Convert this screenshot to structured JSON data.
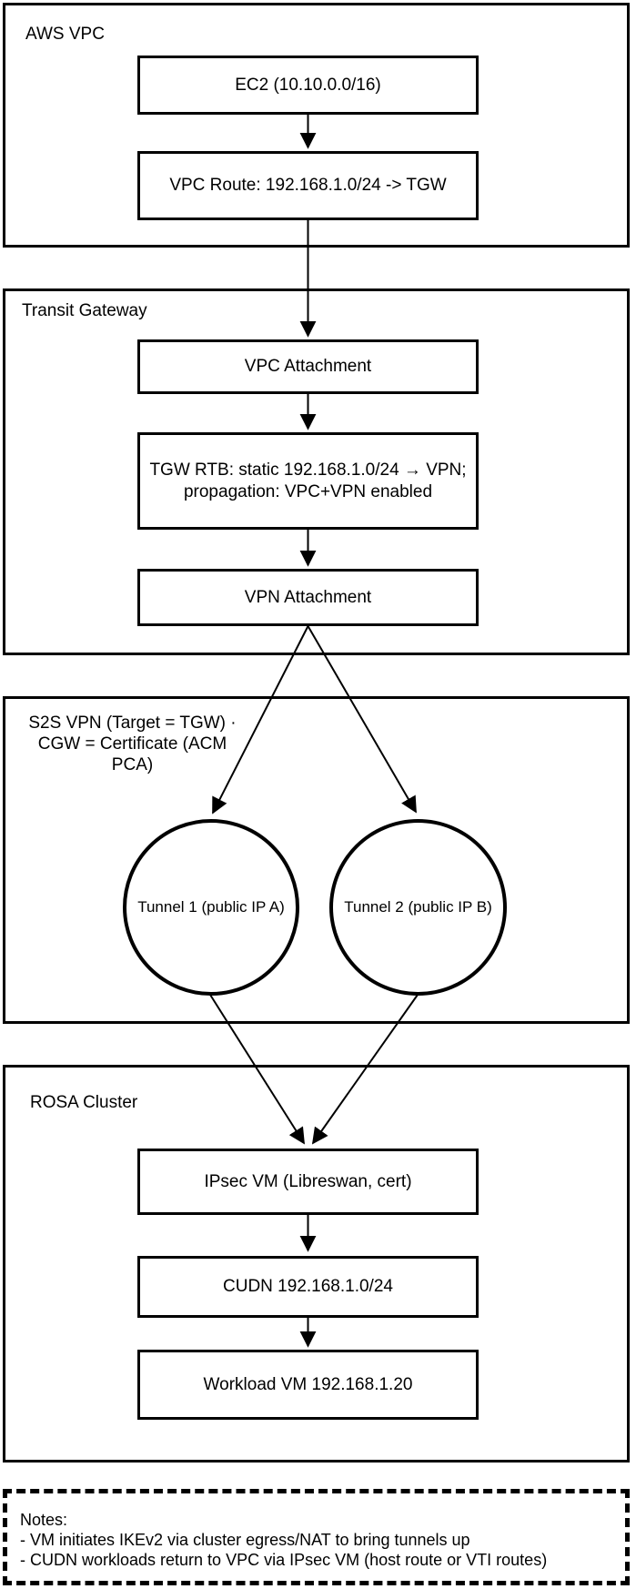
{
  "diagram": {
    "containers": {
      "aws_vpc": {
        "label": "AWS VPC"
      },
      "transit_gateway": {
        "label": "Transit Gateway"
      },
      "s2s_vpn": {
        "label_line1": "S2S VPN (Target = TGW) ·",
        "label_line2": "CGW = Certificate (ACM PCA)"
      },
      "rosa_cluster": {
        "label": "ROSA Cluster"
      },
      "notes": {
        "title": "Notes:",
        "line1": "- VM initiates IKEv2 via cluster egress/NAT to bring tunnels up",
        "line2": "- CUDN workloads return to VPC via IPsec VM (host route or VTI routes)"
      }
    },
    "nodes": {
      "ec2": {
        "label": "EC2 (10.10.0.0/16)"
      },
      "vpc_route": {
        "label": "VPC Route: 192.168.1.0/24 -> TGW"
      },
      "vpc_attachment": {
        "label": "VPC Attachment"
      },
      "tgw_rtb": {
        "label_line1": "TGW RTB: static 192.168.1.0/24 → VPN;",
        "label_line2": "propagation: VPC+VPN enabled"
      },
      "vpn_attachment": {
        "label": "VPN Attachment"
      },
      "tunnel_1": {
        "label": "Tunnel 1 (public IP A)"
      },
      "tunnel_2": {
        "label": "Tunnel 2 (public IP B)"
      },
      "ipsec_vm": {
        "label": "IPsec VM (Libreswan, cert)"
      },
      "cudn": {
        "label": "CUDN 192.168.1.0/24"
      },
      "workload_vm": {
        "label": "Workload VM 192.168.1.20"
      }
    },
    "colors": {
      "stroke": "#000000",
      "background": "#ffffff"
    }
  }
}
